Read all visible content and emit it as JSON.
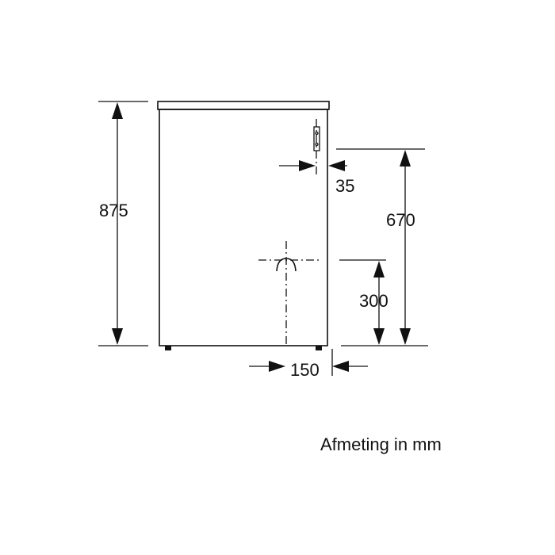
{
  "dimensions": {
    "total_height": "875",
    "connection_height": "670",
    "connection_offset": "35",
    "drain_height": "300",
    "drain_offset": "150"
  },
  "caption": "Afmeting in mm"
}
